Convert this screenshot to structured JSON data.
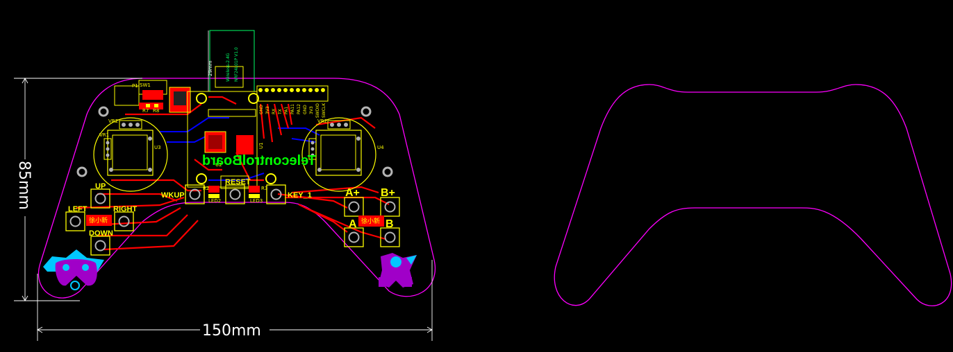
{
  "dimensions": {
    "width_label": "150mm",
    "height_label": "85mm",
    "module_height_label": "29mm"
  },
  "buttons": {
    "up": "UP",
    "down": "DOWN",
    "left": "LEFT",
    "right": "RIGHT",
    "wkup": "WKUP",
    "reset": "RESET",
    "key1": "KEY_1",
    "a_plus": "A+",
    "b_plus": "B+",
    "a": "A",
    "b": "B"
  },
  "board": {
    "title_mirrored": "TelecontrolBoard",
    "module_line1": "Wireless-2.4G",
    "module_line2": "NRF24L01P V1.0",
    "logo_left": "徐小新",
    "logo_right": "徐小新"
  },
  "components": {
    "vr1": "VR1",
    "vr2": "VR2",
    "u3": "U3",
    "u4": "U4",
    "u2": "U2",
    "u1": "U1",
    "p1": "P1",
    "sw1": "SW1",
    "r2": "R2",
    "r3": "R3",
    "r7": "R7",
    "r8": "R8",
    "led2": "LED2",
    "led3": "LED3"
  },
  "header_pins": [
    "GND",
    "3V3",
    "RX",
    "TX",
    "PA1",
    "PA11",
    "PA12",
    "GND",
    "3V3",
    "SWDIO",
    "SWCLK"
  ],
  "colors": {
    "outline": "#ff00ff",
    "silkscreen": "#ffff00",
    "top_copper": "#ff0000",
    "bottom_copper": "#0000ff",
    "text_green": "#00ff00",
    "dimension": "#ffffff"
  }
}
